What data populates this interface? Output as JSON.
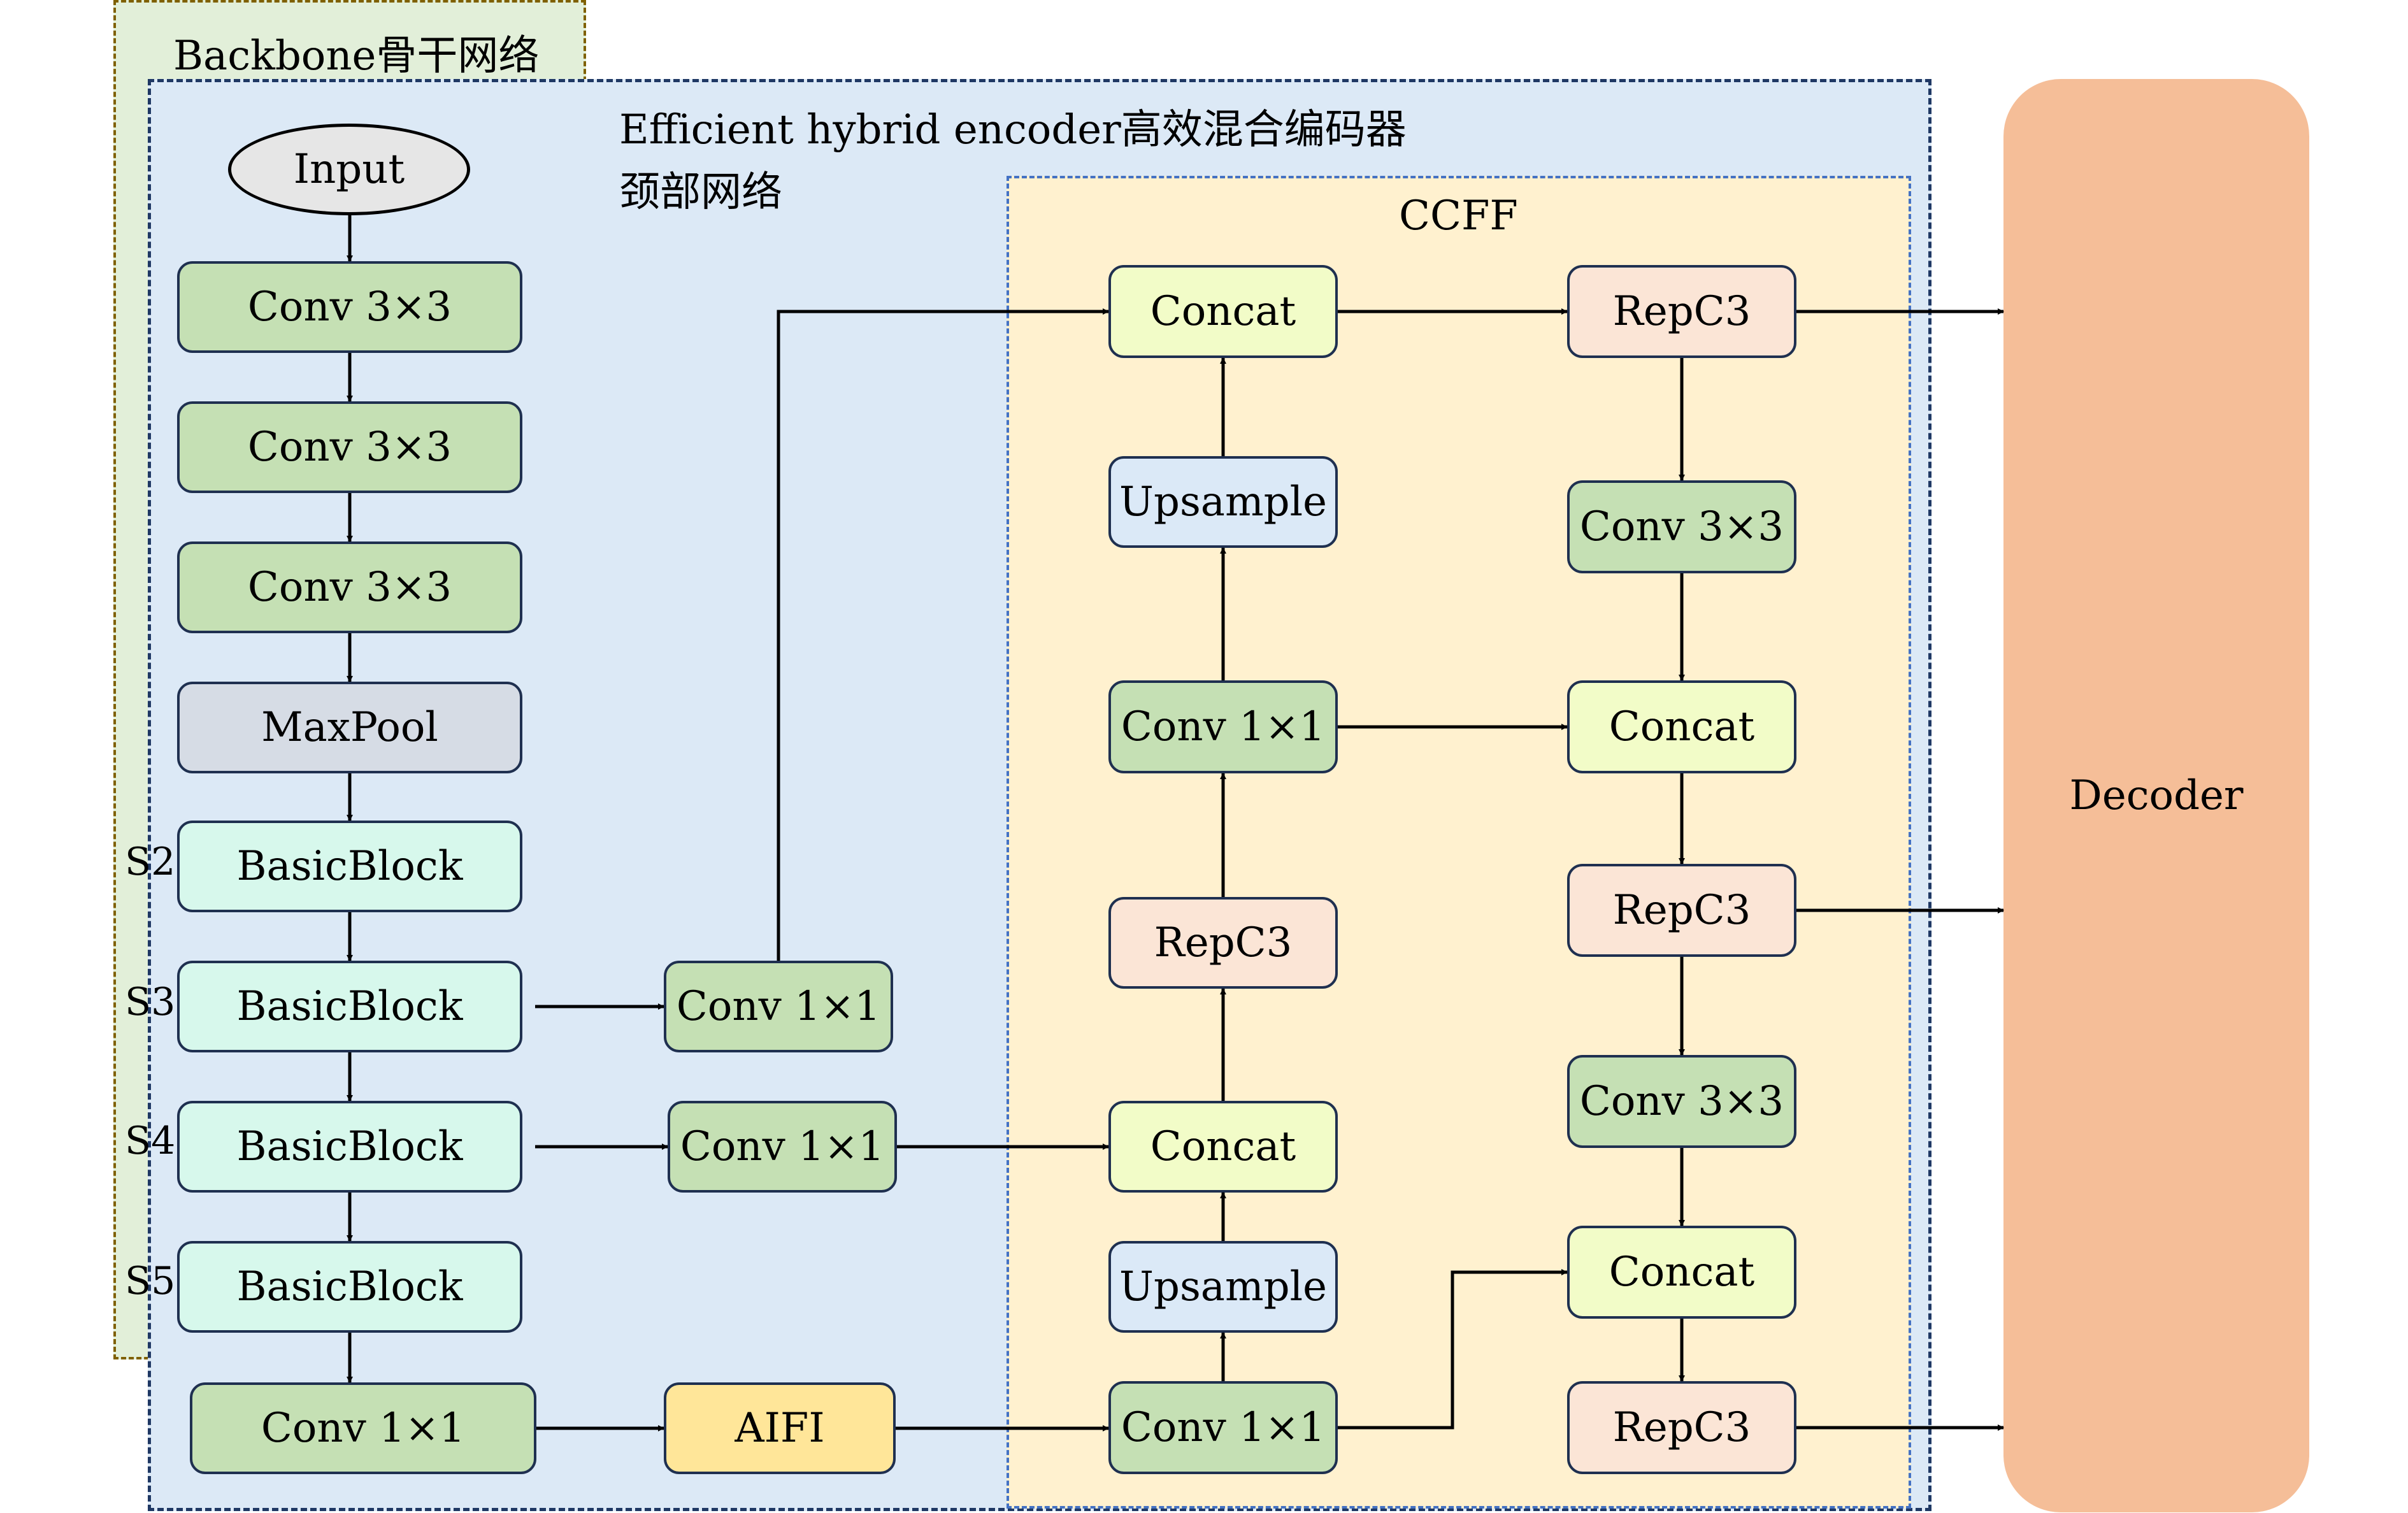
{
  "regions": {
    "backbone_title": "Backbone骨干网络",
    "encoder_title_line1": "Efficient hybrid encoder高效混合编码器",
    "encoder_title_line2": "颈部网络",
    "ccff_title": "CCFF"
  },
  "backbone": {
    "input": "Input",
    "blocks": [
      "Conv 3×3",
      "Conv 3×3",
      "Conv 3×3",
      "MaxPool",
      "BasicBlock",
      "BasicBlock",
      "BasicBlock",
      "BasicBlock"
    ],
    "stages": [
      "S2",
      "S3",
      "S4",
      "S5"
    ]
  },
  "encoder": {
    "conv_s3": "Conv 1×1",
    "conv_s4": "Conv 1×1",
    "conv_s5": "Conv 1×1",
    "aifi": "AIFI"
  },
  "ccff": {
    "left_column": [
      "Concat",
      "Upsample",
      "Conv 1×1",
      "RepC3",
      "Concat",
      "Upsample",
      "Conv 1×1"
    ],
    "right_column": [
      "RepC3",
      "Conv 3×3",
      "Concat",
      "RepC3",
      "Conv 3×3",
      "Concat",
      "RepC3"
    ]
  },
  "decoder": "Decoder"
}
